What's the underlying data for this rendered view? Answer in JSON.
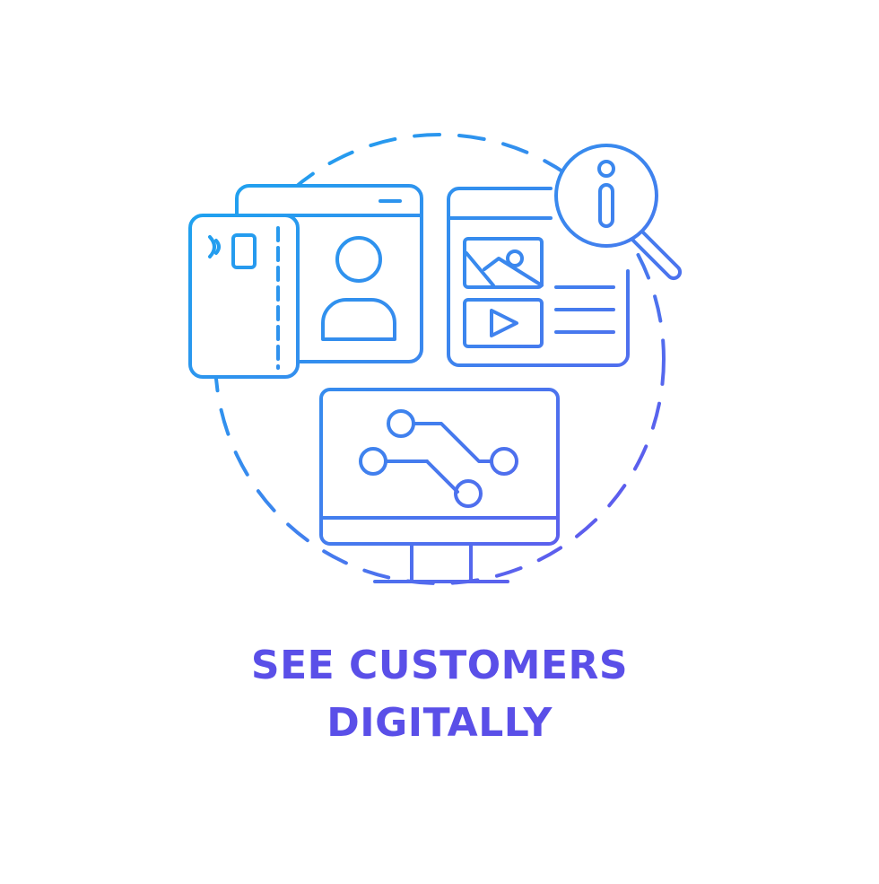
{
  "concept": {
    "title_line_1": "SEE CUSTOMERS",
    "title_line_2": "DIGITALLY"
  },
  "icons": [
    "dashed-circle-frame",
    "payment-card-icon",
    "contactless-icon",
    "user-profile-window-icon",
    "media-content-window-icon",
    "image-icon",
    "play-video-icon",
    "info-magnifier-icon",
    "monitor-icon",
    "data-flow-nodes-icon"
  ],
  "colors": {
    "gradient_start": "#1aa6ef",
    "gradient_mid": "#3c86ee",
    "gradient_end": "#6a4ded",
    "text": "#5a4fe8",
    "background": "#ffffff"
  }
}
